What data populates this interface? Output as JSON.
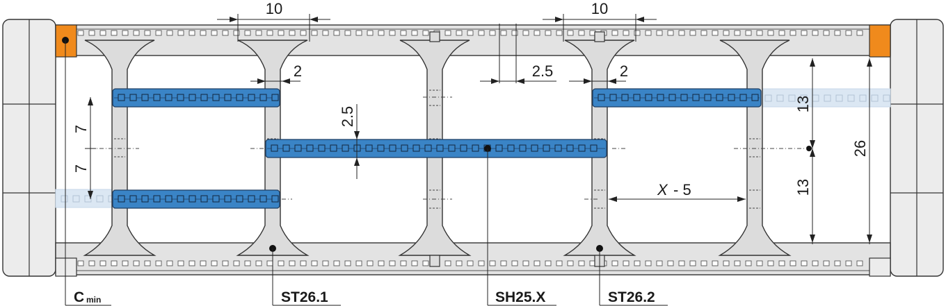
{
  "dimensions": {
    "top_left_width": "10",
    "top_right_width": "10",
    "left_web_gap": "2",
    "right_web_gap": "2",
    "offset_2_5_horizontal": "2.5",
    "offset_2_5_vertical": "2.5",
    "spacing_upper": "7",
    "spacing_lower": "7",
    "half_height_upper": "13",
    "half_height_lower": "13",
    "total_height": "26",
    "span_x_minus_5": "- 5",
    "span_x_var": "X"
  },
  "parts": {
    "cmin_main": "C",
    "cmin_sub": "min",
    "st26_1": "ST26.1",
    "sh25_x": "SH25.X",
    "st26_2": "ST26.2"
  },
  "colors": {
    "rail": "#e3e3e3",
    "outline": "#333333",
    "web": "#dcdcdc",
    "shelf": "#3a84c6",
    "shelf_ghost": "#dbe7f3",
    "end_block": "#f08a1c",
    "mount": "#ececec"
  }
}
